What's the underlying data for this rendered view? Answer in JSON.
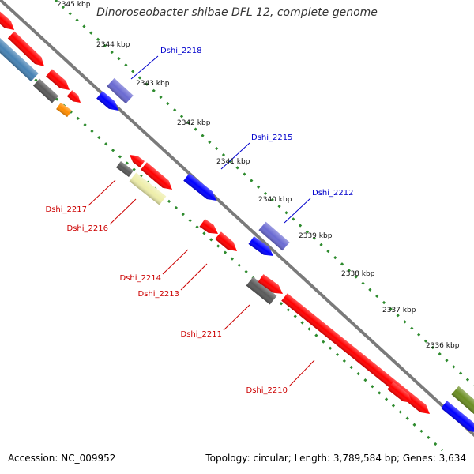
{
  "title": "Dinoroseobacter shibae DFL 12, complete genome",
  "footer": {
    "accession": "Accession: NC_009952",
    "topology": "Topology: circular; Length: 3,789,584 bp; Genes: 3,634"
  },
  "colors": {
    "backbone": "#7a7a7a",
    "tick": "#2e8b2e",
    "label_plus": "#0000cc",
    "label_minus": "#cc0000",
    "red": "#ff0000",
    "blue": "#0000ff",
    "gray": "#5a5a5a",
    "purple": "#6a6ad2",
    "yellow": "#eeeeaa",
    "steelblue": "#4682b4",
    "orange": "#ff8c00",
    "olive": "#6b8e23"
  },
  "ticks": [
    {
      "label": "2345 kbp"
    },
    {
      "label": "2344 kbp"
    },
    {
      "label": "2343 kbp"
    },
    {
      "label": "2342 kbp"
    },
    {
      "label": "2341 kbp"
    },
    {
      "label": "2340 kbp"
    },
    {
      "label": "2339 kbp"
    },
    {
      "label": "2338 kbp"
    },
    {
      "label": "2337 kbp"
    },
    {
      "label": "2336 kbp"
    }
  ],
  "gene_labels": [
    {
      "name": "Dshi_2218"
    },
    {
      "name": "Dshi_2215"
    },
    {
      "name": "Dshi_2212"
    },
    {
      "name": "Dshi_2217"
    },
    {
      "name": "Dshi_2216"
    },
    {
      "name": "Dshi_2214"
    },
    {
      "name": "Dshi_2213"
    },
    {
      "name": "Dshi_2211"
    },
    {
      "name": "Dshi_2210"
    }
  ]
}
